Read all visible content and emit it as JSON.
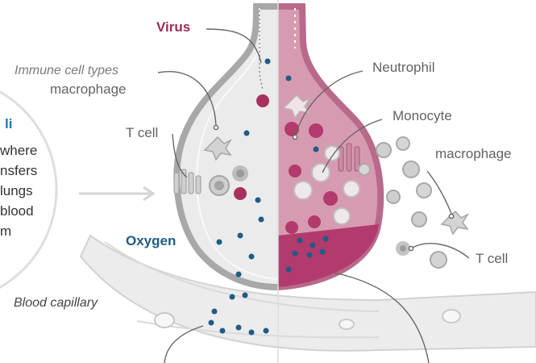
{
  "labels": {
    "virus": "Virus",
    "immune_cell_types": "Immune cell types",
    "macrophage_left": "macrophage",
    "t_cell_left": "T cell",
    "oxygen": "Oxygen",
    "blood_capillary": "Blood capillary",
    "neutrophil": "Neutrophil",
    "monocyte": "Monocyte",
    "macrophage_right": "macrophage",
    "t_cell_right": "T cell"
  },
  "side_box": {
    "title_fragment": "li",
    "lines": [
      "where",
      "nsfers",
      "lungs",
      "blood",
      "m"
    ]
  },
  "colors": {
    "virus": "#9c2a5e",
    "oxygen": "#1f5c85",
    "alveolus_healthy": "#e9e9e9",
    "alveolus_infected": "#cf8fa6",
    "fluid": "#b23a6c"
  }
}
